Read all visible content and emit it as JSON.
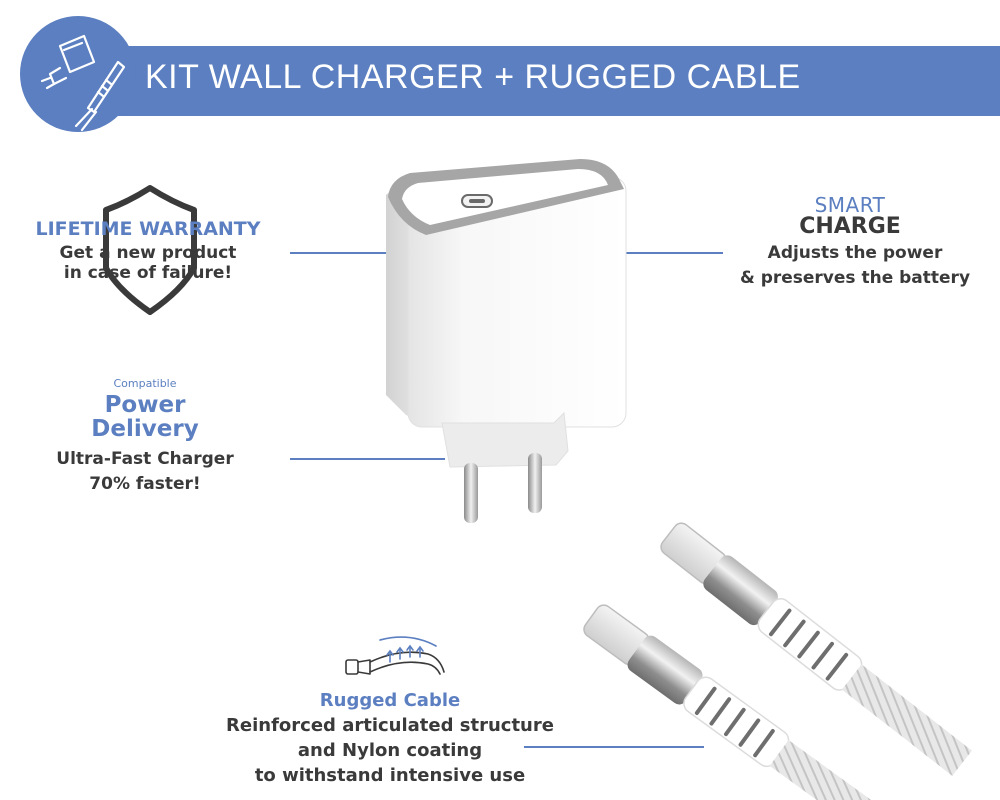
{
  "header": {
    "title": "KIT  WALL CHARGER +  RUGGED CABLE",
    "badge_icon": "charger-cable-icon"
  },
  "warranty": {
    "title": "LIFETIME WARRANTY",
    "line1": "Get a new product",
    "line2": "in case of failure!",
    "icon": "shield-icon"
  },
  "smart_charge": {
    "top": "SMART",
    "bottom": "CHARGE",
    "line1": "Adjusts the power",
    "line2": "& preserves the battery"
  },
  "power_delivery": {
    "small": "Compatible",
    "line1": "Power",
    "line2": "Delivery",
    "body1": "Ultra-Fast Charger",
    "body2": "70% faster!"
  },
  "rugged_cable": {
    "title": "Rugged Cable",
    "line1": "Reinforced articulated structure",
    "line2": "and Nylon coating",
    "line3": "to withstand intensive use",
    "icon": "flexible-cable-icon"
  },
  "colors": {
    "accent": "#5b7fc0",
    "text_dark": "#3a3a3a",
    "background": "#ffffff"
  }
}
